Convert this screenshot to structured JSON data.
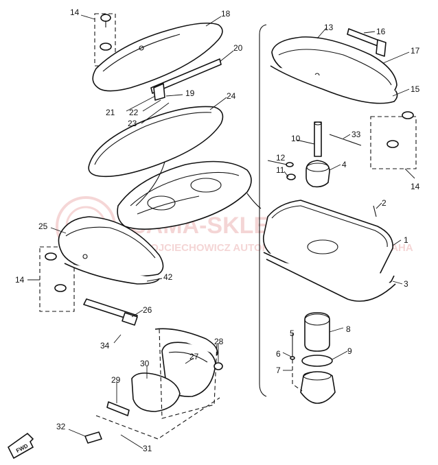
{
  "watermark": {
    "line1": "SAMA-SKLEP.PL",
    "line2": "WOJCIECHOWICZ AUTORYZOWANY DEALER YAMAHA",
    "color": "#e8a4a4"
  },
  "fwd_label": "FWD",
  "callouts": [
    "1",
    "2",
    "3",
    "4",
    "5",
    "6",
    "7",
    "8",
    "9",
    "10",
    "11",
    "12",
    "13",
    "14",
    "15",
    "16",
    "17",
    "18",
    "19",
    "20",
    "21",
    "22",
    "23",
    "24",
    "25",
    "26",
    "27",
    "28",
    "29",
    "30",
    "31",
    "32",
    "33",
    "34",
    "42"
  ]
}
